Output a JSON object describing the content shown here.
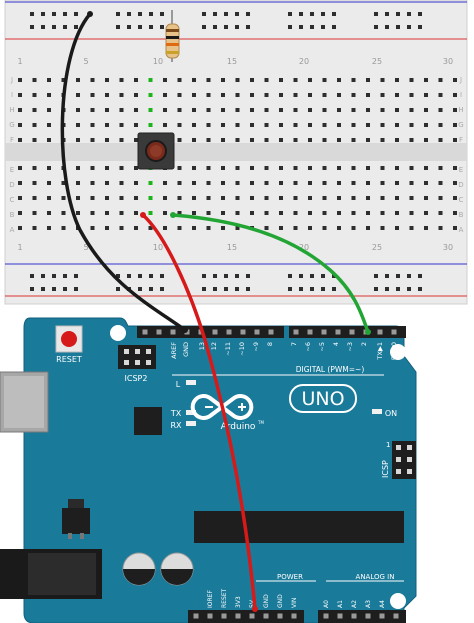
{
  "breadboard": {
    "column_numbers": [
      "1",
      "5",
      "10",
      "15",
      "20",
      "25",
      "30"
    ],
    "row_letters_top": [
      "J",
      "I",
      "H",
      "G",
      "F"
    ],
    "row_letters_bottom": [
      "E",
      "D",
      "C",
      "B",
      "A"
    ]
  },
  "board": {
    "reset_label": "RESET",
    "icsp2_label": "ICSP2",
    "icsp_label": "ICSP",
    "logo_text": "UNO",
    "brand_text": "Arduino",
    "trademark": "TM",
    "digital_label": "DIGITAL (PWM=~)",
    "header_top_pins": [
      "AREF",
      "GND",
      "13",
      "12",
      "~11",
      "~10",
      "~9",
      "8",
      "7",
      "~6",
      "~5",
      "4",
      "~3",
      "2",
      "TX▶1",
      "RX◀0"
    ],
    "on_label": "ON",
    "led_l_label": "L",
    "led_tx_label": "TX",
    "led_rx_label": "RX",
    "power_label": "POWER",
    "analog_label": "ANALOG IN",
    "power_pins": [
      "IOREF",
      "RESET",
      "3V3",
      "5V",
      "GND",
      "GND",
      "VIN"
    ],
    "analog_pins": [
      "A0",
      "A1",
      "A2",
      "A3",
      "A4",
      "A5"
    ],
    "icsp_number": "1"
  },
  "colors": {
    "board": "#1a7a9a",
    "board_dark": "#10607c",
    "breadboard": "#ebebeb",
    "rail_red": "#d33",
    "rail_blue": "#33c",
    "wire_black": "#1a1a1a",
    "wire_red": "#d61a1a",
    "wire_green": "#22a534",
    "hole_active": "#1db31d"
  }
}
